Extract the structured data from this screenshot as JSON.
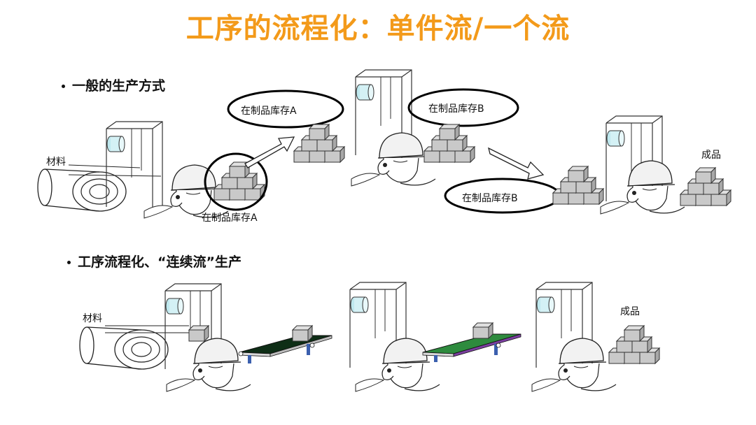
{
  "title": "工序的流程化：单件流/一个流",
  "section1": "一般的生产方式",
  "section2": "工序流程化、“连续流”生产",
  "labels": {
    "material": "材料",
    "wip_a": "在制品库存A",
    "wip_b": "在制品库存B",
    "finished": "成品"
  },
  "colors": {
    "title": "#f39a1a",
    "box_fill": "#c9c9c9",
    "conveyor_dark": "#0e2e16",
    "conveyor_green": "#2e8b3e",
    "leg_blue": "#3b5fae"
  }
}
